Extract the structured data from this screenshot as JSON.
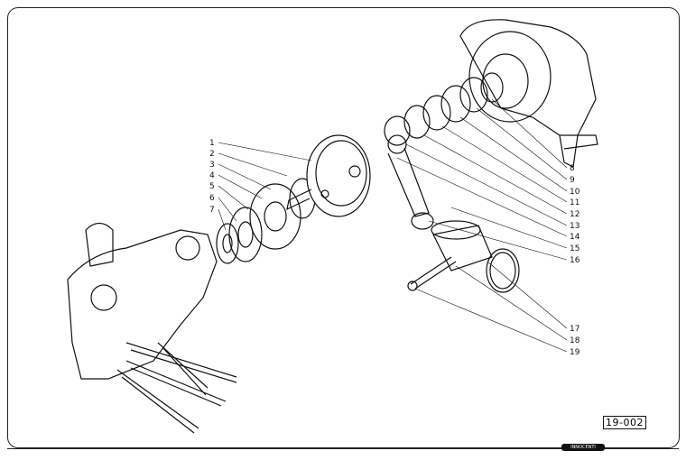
{
  "diagram": {
    "title_code": "19-002",
    "brand": "INNOCENTI",
    "callouts_left": [
      "1",
      "2",
      "3",
      "4",
      "5",
      "6",
      "7"
    ],
    "callouts_right": [
      "8",
      "9",
      "10",
      "11",
      "12",
      "13",
      "14",
      "15",
      "16",
      "17",
      "18",
      "19"
    ]
  }
}
